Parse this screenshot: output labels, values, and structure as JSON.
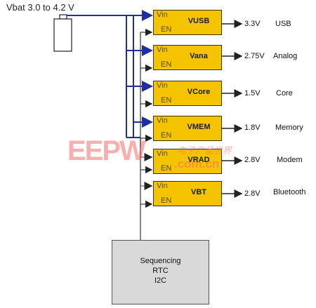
{
  "battery_label": "Vbat 3.0 to 4.2 V",
  "port_labels": {
    "vin": "Vin",
    "en": "EN"
  },
  "regulators": [
    {
      "name": "VUSB",
      "voltage": "3.3V",
      "domain": "USB"
    },
    {
      "name": "Vana",
      "voltage": "2.75V",
      "domain": "Analog"
    },
    {
      "name": "VCore",
      "voltage": "1.5V",
      "domain": "Core"
    },
    {
      "name": "VMEM",
      "voltage": "1.8V",
      "domain": "Memory"
    },
    {
      "name": "VRAD",
      "voltage": "2.8V",
      "domain": "Modem"
    },
    {
      "name": "VBT",
      "voltage": "2.8V",
      "domain": "Bluetooth"
    }
  ],
  "controller": {
    "line1": "Sequencing",
    "line2": "RTC",
    "line3": "I2C"
  },
  "watermark": {
    "logo": "EEPW",
    "site": ".com.cn",
    "cn": "电子产品世界"
  },
  "colors": {
    "regulator_fill": "#f5c400",
    "supply_wire": "#1f2fa0",
    "controller_fill": "#d9d9d9"
  }
}
